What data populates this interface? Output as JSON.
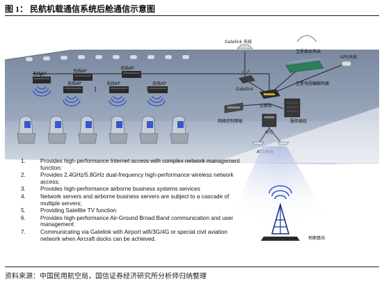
{
  "header": {
    "title": "图 1： 民航机载通信系统后舱通信示意图"
  },
  "diagram": {
    "labels": {
      "wifi_ap": "无线AP",
      "gatelink_antenna": "Gatelink 天线",
      "satellite_antenna": "卫星接收天线",
      "gps_antenna": "GPS天线",
      "satellite_tv_codec": "卫星电视编解码器",
      "gatelink": "Gatelink",
      "switch": "交换机",
      "network_control_panel": "网络控制面板",
      "server_group": "服务器组",
      "atg": "ATG",
      "atg_antenna": "ATG天线",
      "ground_base_station": "地面基站"
    }
  },
  "features": [
    {
      "num": "1.",
      "text": "Provides high-performance Internet access with complex network management function;"
    },
    {
      "num": "2.",
      "text": "Provides 2.4GHz/5.8GHz dual-frequency high-performance wireless network access;"
    },
    {
      "num": "3.",
      "text": "Provides high-performance airborne business systems services"
    },
    {
      "num": "4.",
      "text": "Network servers and airborne business servers are subject to a cascade of multiple servers;"
    },
    {
      "num": "5.",
      "text": "Providing Satellite TV function"
    },
    {
      "num": "6.",
      "text": "Provides high-performance Air-Ground Broad Band communication and user management"
    },
    {
      "num": "7.",
      "text": "Communicating via Gatelink with Airport wifi/3G/4G or special civil aviation network when Aircraft docks can be achieved."
    }
  ],
  "footer": {
    "source": "资料来源：中国民用航空局，国信证券经济研究所分析师归纳整理"
  },
  "colors": {
    "fuselage": "#8e9cb2",
    "cabin_floor": "#b9c3d3",
    "accent_blue": "#3a56c8",
    "cable": "#222222"
  }
}
